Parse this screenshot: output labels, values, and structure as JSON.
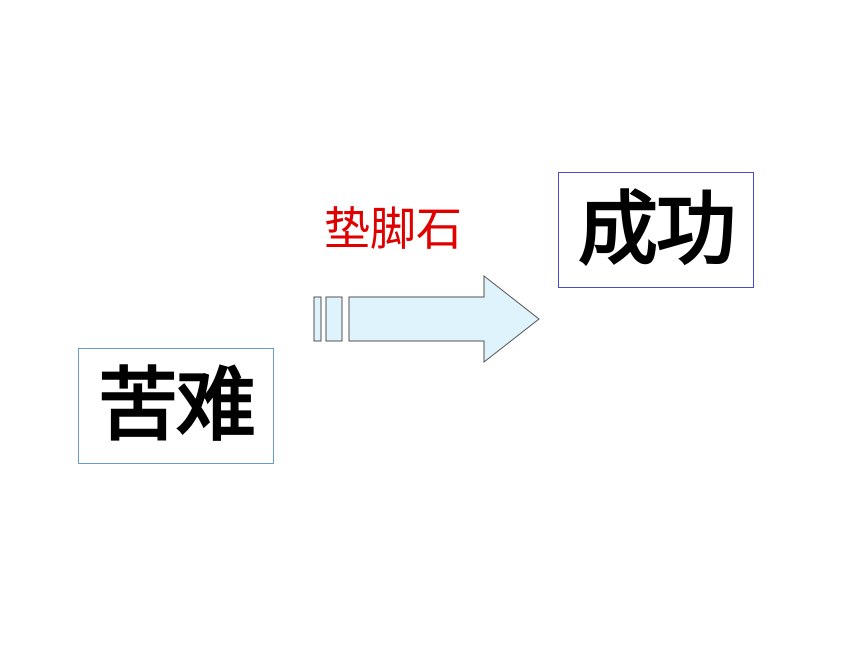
{
  "nodes": {
    "from": {
      "text": "苦难"
    },
    "to": {
      "text": "成功"
    }
  },
  "connector": {
    "label": "垫脚石",
    "label_color": "#e00000",
    "arrow_fill": "#dff3fd",
    "arrow_stroke": "#555555",
    "direction": "right"
  }
}
